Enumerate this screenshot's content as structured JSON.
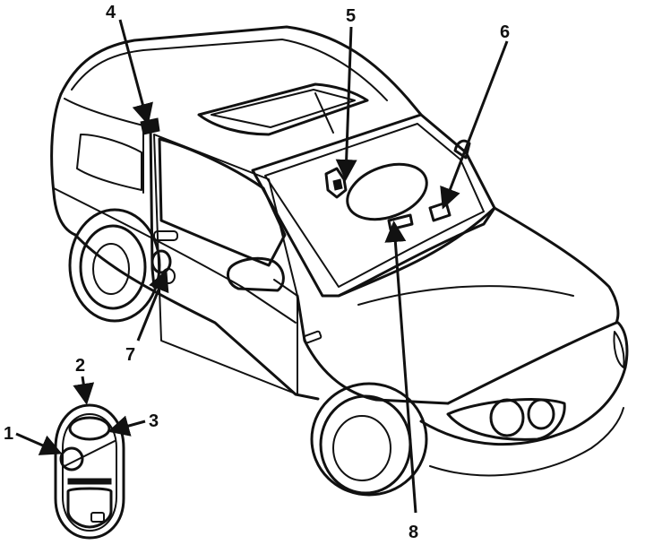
{
  "callouts": [
    {
      "id": "1",
      "label": "1"
    },
    {
      "id": "2",
      "label": "2"
    },
    {
      "id": "3",
      "label": "3"
    },
    {
      "id": "4",
      "label": "4"
    },
    {
      "id": "5",
      "label": "5"
    },
    {
      "id": "6",
      "label": "6"
    },
    {
      "id": "7",
      "label": "7"
    },
    {
      "id": "8",
      "label": "8"
    }
  ],
  "colors": {
    "ink": "#111111",
    "background": "#ffffff"
  }
}
